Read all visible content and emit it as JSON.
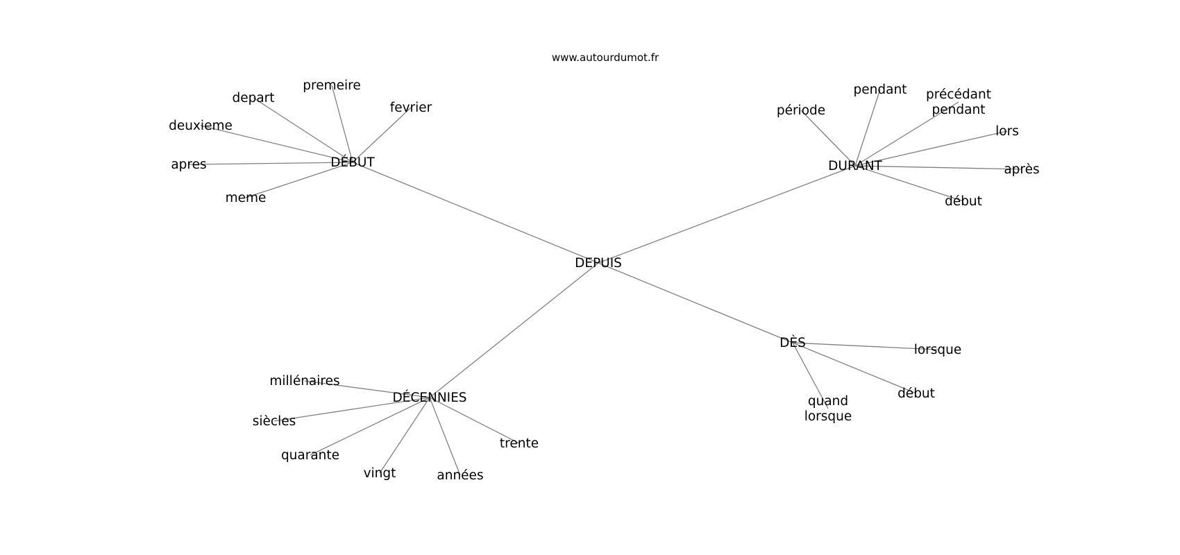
{
  "site": "www.autourdumot.fr",
  "graph": {
    "root": "DEPUIS",
    "branches": [
      {
        "id": "debut",
        "label": "DÉBUT",
        "leaves": [
          "premeire",
          "depart",
          "fevrier",
          "deuxieme",
          "apres",
          "meme"
        ]
      },
      {
        "id": "durant",
        "label": "DURANT",
        "leaves": [
          "pendant",
          "précédant\npendant",
          "période",
          "lors",
          "après",
          "début"
        ]
      },
      {
        "id": "des",
        "label": "DÈS",
        "leaves": [
          "lorsque",
          "début",
          "quand\nlorsque"
        ]
      },
      {
        "id": "decennies",
        "label": "DÉCENNIES",
        "leaves": [
          "millénaires",
          "siècles",
          "quarante",
          "vingt",
          "années",
          "trente"
        ]
      }
    ]
  }
}
